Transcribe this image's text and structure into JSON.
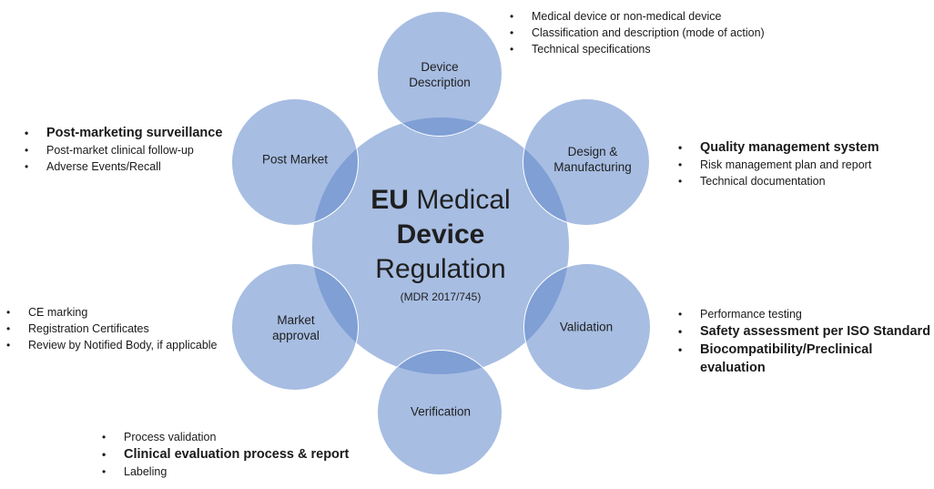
{
  "center": {
    "line1_bold": "EU",
    "line1_rest": " Medical",
    "line2": "Device",
    "line3": "Regulation",
    "line4": "(MDR 2017/745)"
  },
  "stages": {
    "device_description": {
      "line1": "Device",
      "line2": "Description"
    },
    "design_manufacturing": {
      "line1": "Design &",
      "line2": "Manufacturing"
    },
    "validation": {
      "line1": "Validation"
    },
    "verification": {
      "line1": "Verification"
    },
    "market_approval": {
      "line1": "Market",
      "line2": "approval"
    },
    "post_market": {
      "line1": "Post Market"
    }
  },
  "lists": {
    "device_description": [
      "Medical device or non-medical device",
      "Classification and description (mode of action)",
      "Technical specifications"
    ],
    "design_manufacturing": [
      "Quality management system",
      "Risk management plan and report",
      "Technical documentation"
    ],
    "validation": [
      "Performance testing",
      "Safety assessment per ISO Standard",
      "Biocompatibility/Preclinical evaluation"
    ],
    "verification": [
      "Process validation",
      "Clinical evaluation process & report",
      "Labeling"
    ],
    "market_approval": [
      "CE marking",
      "Registration Certificates",
      "Review by Notified Body, if applicable"
    ],
    "post_market": [
      "Post-marketing surveillance",
      "Post-market  clinical follow-up",
      "Adverse  Events/Recall"
    ]
  }
}
